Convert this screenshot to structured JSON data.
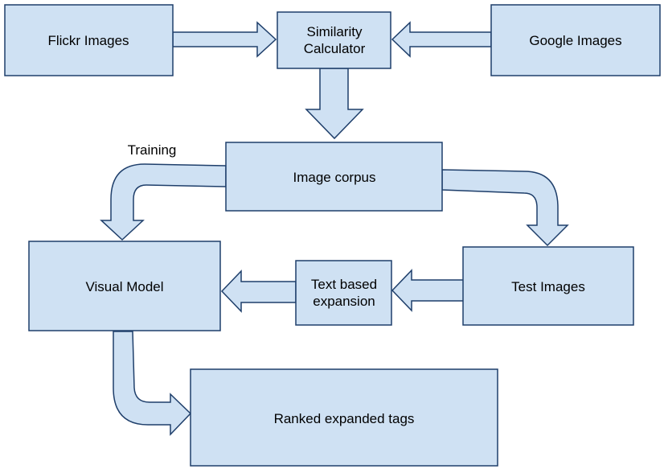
{
  "diagram": {
    "nodes": {
      "flickr": "Flickr Images",
      "similarity_line1": "Similarity",
      "similarity_line2": "Calculator",
      "google": "Google Images",
      "corpus": "Image corpus",
      "visual_model": "Visual Model",
      "text_expansion_line1": "Text based",
      "text_expansion_line2": "expansion",
      "test_images": "Test Images",
      "ranked_tags": "Ranked expanded tags"
    },
    "labels": {
      "training": "Training"
    }
  }
}
